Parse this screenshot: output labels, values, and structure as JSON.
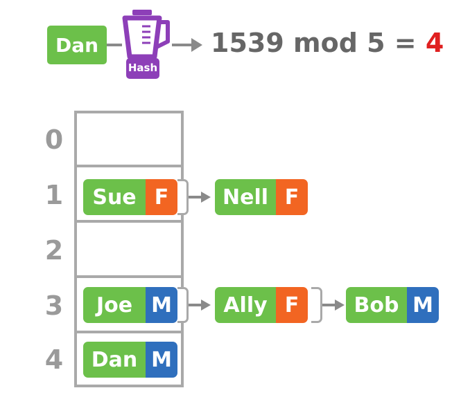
{
  "hash_step": {
    "key": "Dan",
    "function_label": "Hash",
    "formula": "1539 mod 5 = ",
    "result": "4"
  },
  "colors": {
    "name_green": "#6cc04a",
    "female_orange": "#f26522",
    "male_blue": "#2f6fbd",
    "hash_purple": "#8d3fb8",
    "result_red": "#e02020",
    "grid_gray": "#a9a9a9"
  },
  "buckets": [
    {
      "index": "0",
      "entries": []
    },
    {
      "index": "1",
      "entries": [
        {
          "name": "Sue",
          "gender": "F"
        },
        {
          "name": "Nell",
          "gender": "F"
        }
      ]
    },
    {
      "index": "2",
      "entries": []
    },
    {
      "index": "3",
      "entries": [
        {
          "name": "Joe",
          "gender": "M"
        },
        {
          "name": "Ally",
          "gender": "F"
        },
        {
          "name": "Bob",
          "gender": "M"
        }
      ]
    },
    {
      "index": "4",
      "entries": [
        {
          "name": "Dan",
          "gender": "M"
        }
      ]
    }
  ],
  "icons": [
    "blender-icon",
    "arrow-right-icon"
  ]
}
